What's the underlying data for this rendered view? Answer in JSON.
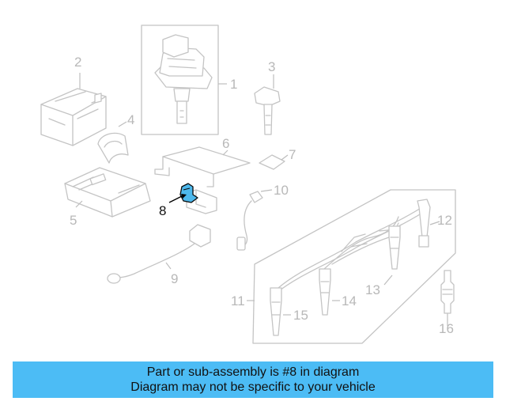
{
  "diagram": {
    "highlight_color": "#4db8ec",
    "line_color": "#c4c4c4",
    "callouts": {
      "c1": "1",
      "c2": "2",
      "c3": "3",
      "c4": "4",
      "c5": "5",
      "c6": "6",
      "c7": "7",
      "c8": "8",
      "c9": "9",
      "c10": "10",
      "c11": "11",
      "c12": "12",
      "c13": "13",
      "c14": "14",
      "c15": "15",
      "c16": "16"
    }
  },
  "banner": {
    "line1": "Part or sub-assembly is #8 in diagram",
    "line2": "Diagram may not be specific to your vehicle",
    "background": "#4cbcf5"
  }
}
